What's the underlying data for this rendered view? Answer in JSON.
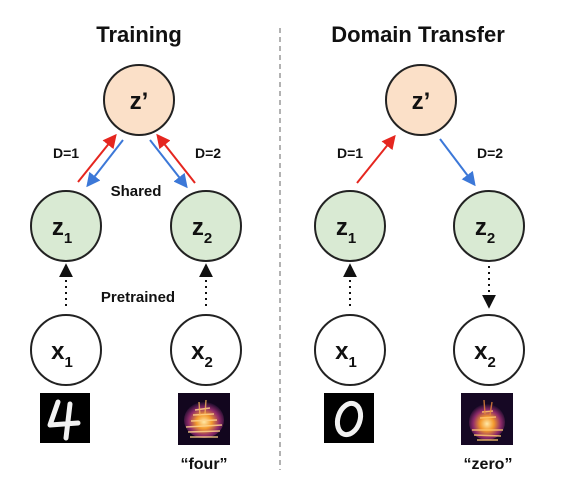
{
  "panels": {
    "left": {
      "title": "Training",
      "edge_label_1": "D=1",
      "edge_label_2": "D=2",
      "shared_label": "Shared",
      "pretrained_label": "Pretrained",
      "caption_2": "“four”"
    },
    "right": {
      "title": "Domain Transfer",
      "edge_label_1": "D=1",
      "edge_label_2": "D=2",
      "caption_2": "“zero”"
    }
  },
  "nodes": {
    "z_prime": {
      "main": "z’",
      "sub": ""
    },
    "z1": {
      "main": "z",
      "sub": "1"
    },
    "z2": {
      "main": "z",
      "sub": "2"
    },
    "x1": {
      "main": "x",
      "sub": "1"
    },
    "x2": {
      "main": "x",
      "sub": "2"
    }
  },
  "colors": {
    "latent_top_fill": "#fbe0c8",
    "latent_fill": "#d9ead3",
    "input_fill": "#ffffff",
    "node_stroke": "#222222",
    "arrow_d1": "#e5261f",
    "arrow_d2": "#3c78d8",
    "divider": "#999999"
  },
  "images": {
    "left_digit": "digit-4",
    "left_spectrogram": "spectrogram",
    "right_digit": "digit-0",
    "right_spectrogram": "spectrogram"
  }
}
